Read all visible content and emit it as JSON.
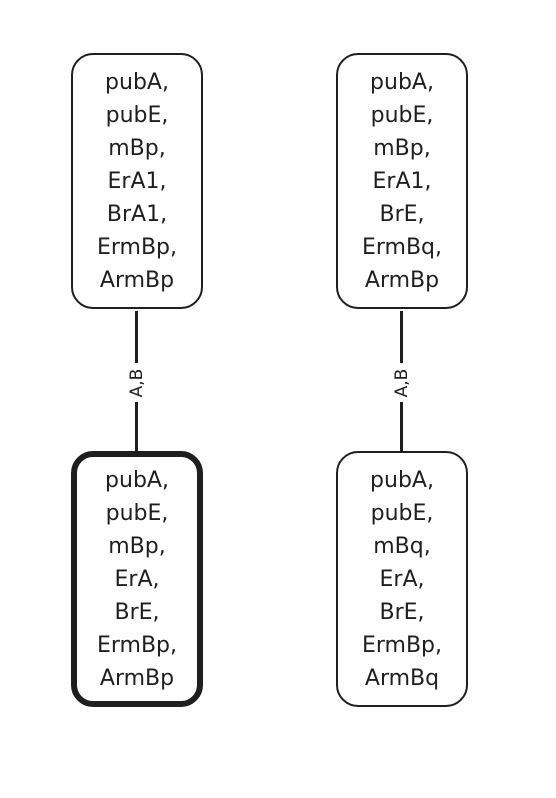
{
  "nodes": {
    "top_left": [
      "pubA,",
      "pubE,",
      "mBp,",
      "ErA1,",
      "BrA1,",
      "ErmBp,",
      "ArmBp"
    ],
    "top_right": [
      "pubA,",
      "pubE,",
      "mBp,",
      "ErA1,",
      "BrE,",
      "ErmBq,",
      "ArmBp"
    ],
    "bottom_left": [
      "pubA,",
      "pubE,",
      "mBp,",
      "ErA,",
      "BrE,",
      "ErmBp,",
      "ArmBp"
    ],
    "bottom_right": [
      "pubA,",
      "pubE,",
      "mBq,",
      "ErA,",
      "BrE,",
      "ErmBp,",
      "ArmBq"
    ]
  },
  "edges": {
    "left_label": "A,B",
    "right_label": "A,B"
  },
  "colors": {
    "stroke": "#1f1f1f",
    "background": "#ffffff"
  }
}
